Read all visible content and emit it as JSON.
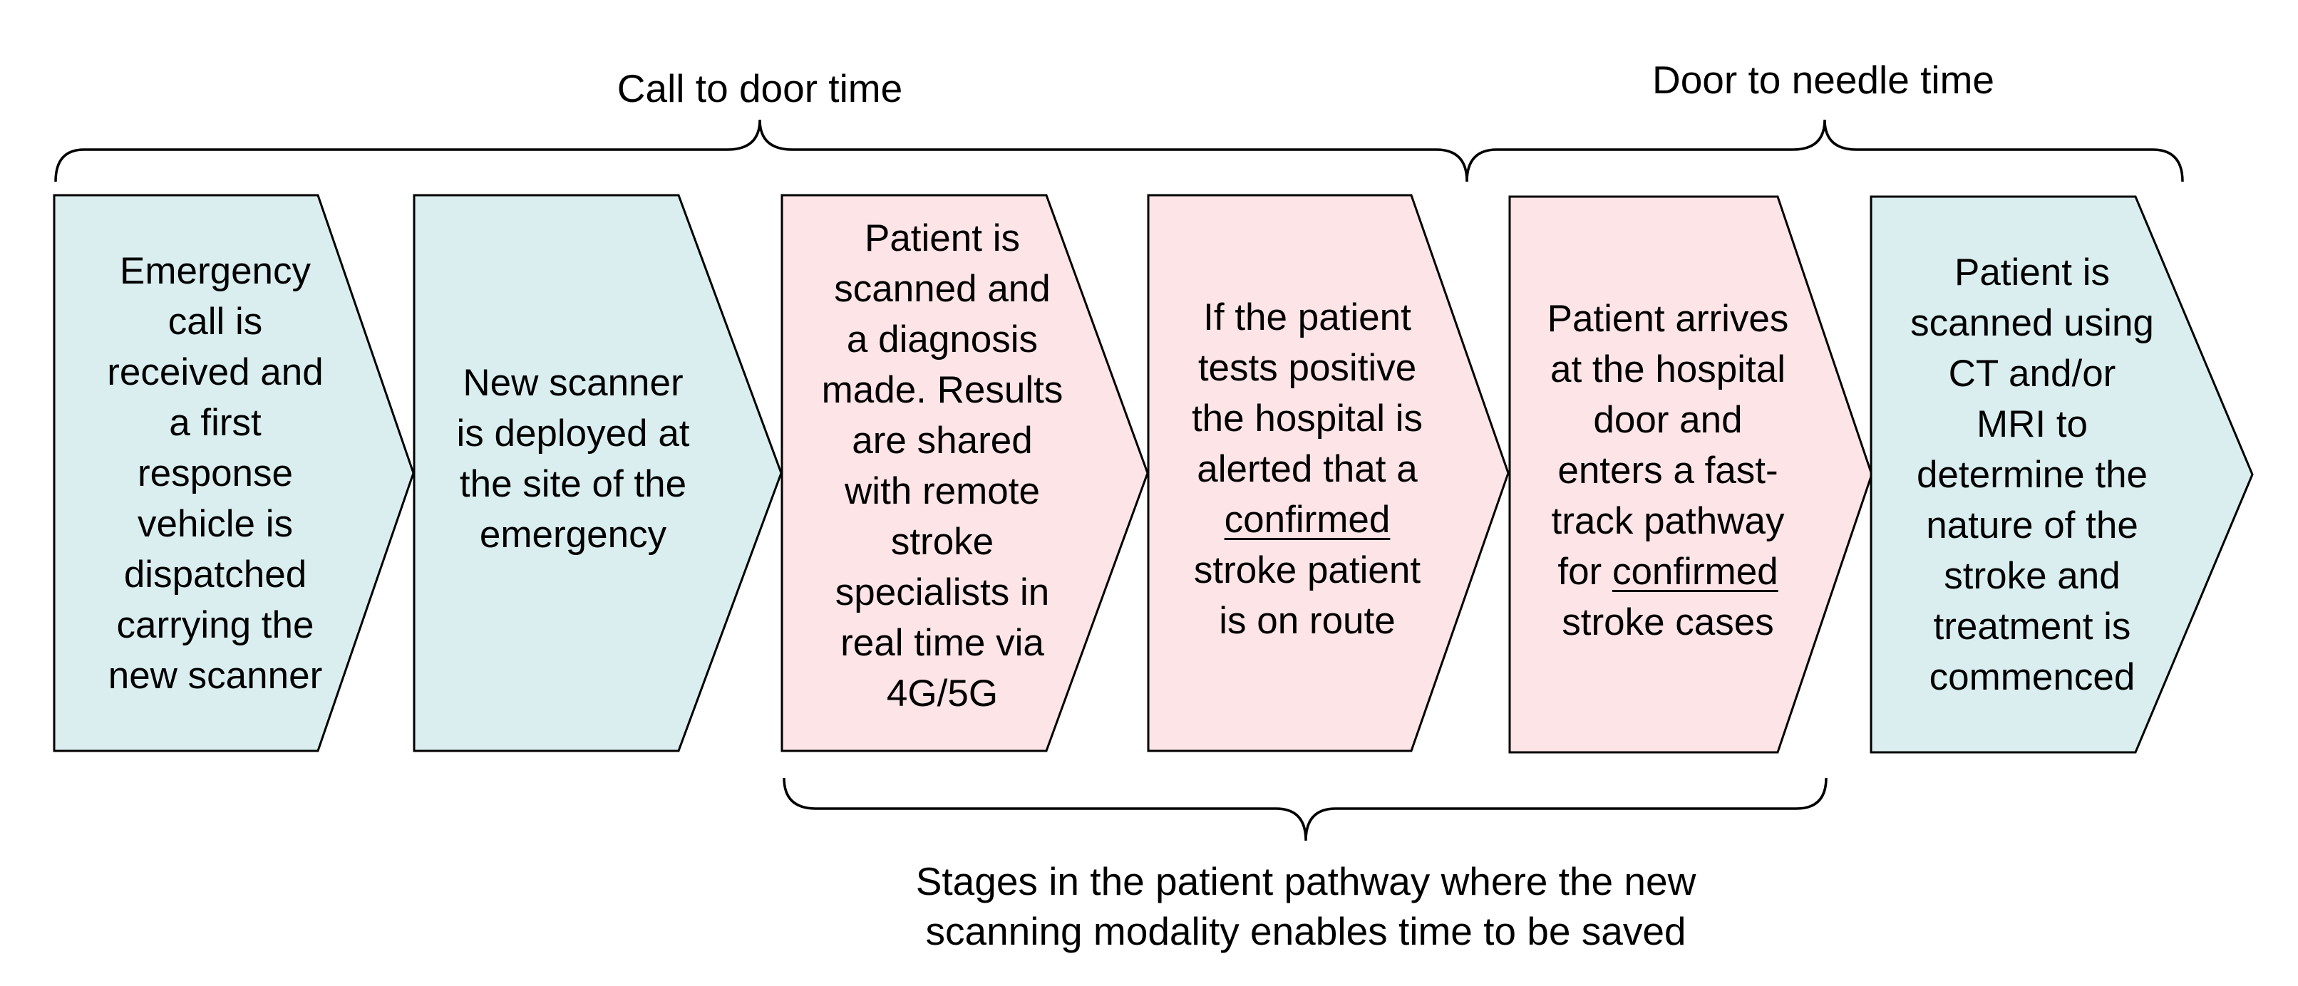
{
  "brackets": {
    "call_to_door": "Call to door time",
    "door_to_needle": "Door to needle time",
    "time_saved": [
      "Stages in the patient pathway where the new",
      "scanning modality enables time to be saved"
    ]
  },
  "stages": [
    {
      "color": "#daeef0",
      "lines": [
        "Emergency",
        "call is",
        "received and",
        "a first",
        "response",
        "vehicle is",
        "dispatched",
        "carrying the",
        "new scanner"
      ]
    },
    {
      "color": "#daeef0",
      "lines": [
        "New scanner",
        "is deployed at",
        "the site of the",
        "emergency"
      ]
    },
    {
      "color": "#fde4e6",
      "lines": [
        "Patient is",
        "scanned and",
        "a diagnosis",
        "made. Results",
        "are shared",
        "with remote",
        "stroke",
        "specialists in",
        "real time via",
        "4G/5G"
      ]
    },
    {
      "color": "#fde4e6",
      "lines": [
        "If the patient",
        "tests positive",
        "the hospital is",
        "alerted that a",
        "confirmed",
        "stroke patient",
        "is on route"
      ]
    },
    {
      "color": "#fde4e6",
      "lines": [
        "Patient arrives",
        "at the hospital",
        "door and",
        "enters a fast-",
        "track pathway",
        "for confirmed",
        "stroke cases"
      ]
    },
    {
      "color": "#daeef0",
      "lines": [
        "Patient is",
        "scanned using",
        "CT and/or",
        "MRI to",
        "determine the",
        "nature of the",
        "stroke and",
        "treatment is",
        "commenced"
      ]
    }
  ],
  "underlined_word": "confirmed"
}
